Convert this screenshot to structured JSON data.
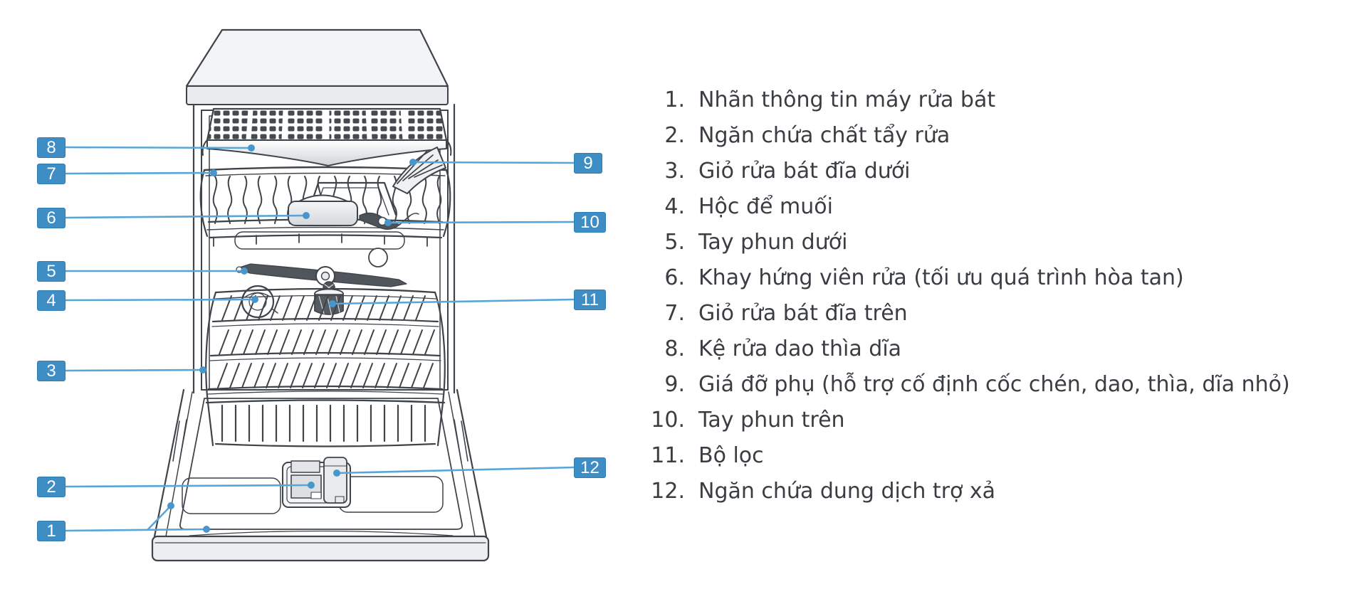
{
  "figure": {
    "type": "exploded-parts-diagram",
    "subject": "dishwasher-front-view-open-door"
  },
  "colors": {
    "callout_blue": "#3E8DC5",
    "callout_border": "#2E7DB2",
    "leader_blue": "#58A6D8",
    "dot_blue": "#4896CB",
    "line_ink": "#3F444A",
    "text_gray": "#3A3D42"
  },
  "callouts": [
    {
      "number": "1"
    },
    {
      "number": "2"
    },
    {
      "number": "3"
    },
    {
      "number": "4"
    },
    {
      "number": "5"
    },
    {
      "number": "6"
    },
    {
      "number": "7"
    },
    {
      "number": "8"
    },
    {
      "number": "9"
    },
    {
      "number": "10"
    },
    {
      "number": "11"
    },
    {
      "number": "12"
    }
  ],
  "legend": {
    "items": [
      {
        "number": "1.",
        "label": "Nhãn thông tin máy rửa bát"
      },
      {
        "number": "2.",
        "label": "Ngăn chứa chất tẩy rửa"
      },
      {
        "number": "3.",
        "label": "Giỏ rửa bát đĩa dưới"
      },
      {
        "number": "4.",
        "label": "Hộc để muối"
      },
      {
        "number": "5.",
        "label": "Tay phun dưới"
      },
      {
        "number": "6.",
        "label": "Khay hứng viên rửa (tối ưu quá trình hòa tan)"
      },
      {
        "number": "7.",
        "label": "Giỏ rửa bát đĩa trên"
      },
      {
        "number": "8.",
        "label": "Kệ rửa dao thìa dĩa"
      },
      {
        "number": "9.",
        "label": "Giá đỡ phụ (hỗ trợ cố định cốc chén, dao, thìa, dĩa nhỏ)"
      },
      {
        "number": "10.",
        "label": "Tay phun trên"
      },
      {
        "number": "11.",
        "label": "Bộ lọc"
      },
      {
        "number": "12.",
        "label": "Ngăn chứa dung dịch trợ xả"
      }
    ]
  }
}
